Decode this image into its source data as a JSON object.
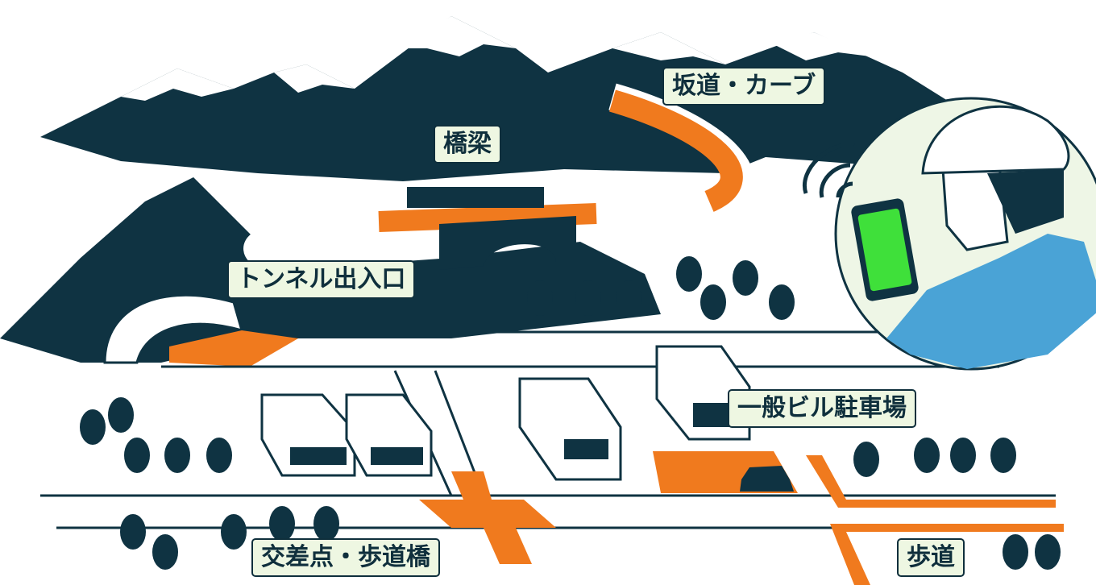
{
  "labels": {
    "slope_curve": "坂道・カーブ",
    "bridge": "橋梁",
    "tunnel": "トンネル出入口",
    "parking": "一般ビル駐車場",
    "intersection": "交差点・歩道橋",
    "sidewalk": "歩道"
  },
  "colors": {
    "mountain": "#0f3342",
    "highlight": "#f07a1e",
    "label_bg": "#eef7e2",
    "phone_screen": "#3fe03a",
    "shirt": "#4aa3d6"
  }
}
